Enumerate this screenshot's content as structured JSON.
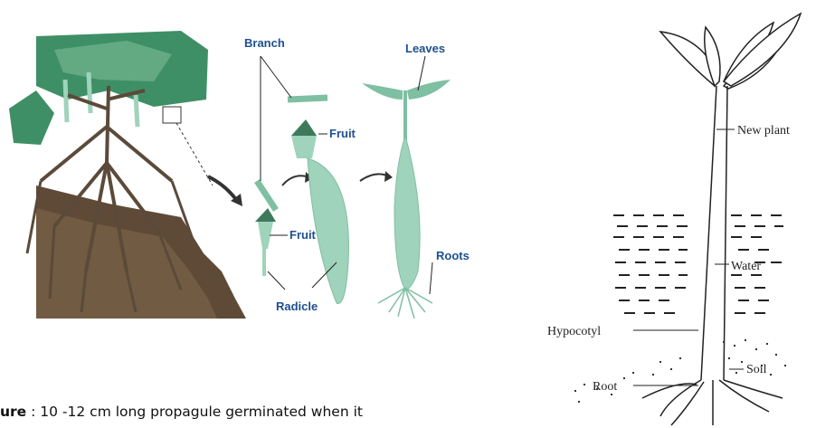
{
  "colors": {
    "label_blue": "#1d4f8f",
    "foliage": "#3f8f66",
    "mud": "#5e4a36",
    "propagule": "#9fd3bb",
    "ink": "#222222"
  },
  "left_figure": {
    "labels": {
      "branch": "Branch",
      "leaves": "Leaves",
      "fruit_upper": "Fruit",
      "fruit_lower": "Fruit",
      "roots": "Roots",
      "radicle": "Radicle"
    }
  },
  "right_figure": {
    "labels": {
      "new_plant": "New plant",
      "water": "Water",
      "hypocotyl": "Hypocotyl",
      "soil": "Soil",
      "root": "Root"
    }
  },
  "caption": {
    "bold_part": "ure",
    "rest": " : 10 -12 cm long propagule germinated when it"
  }
}
